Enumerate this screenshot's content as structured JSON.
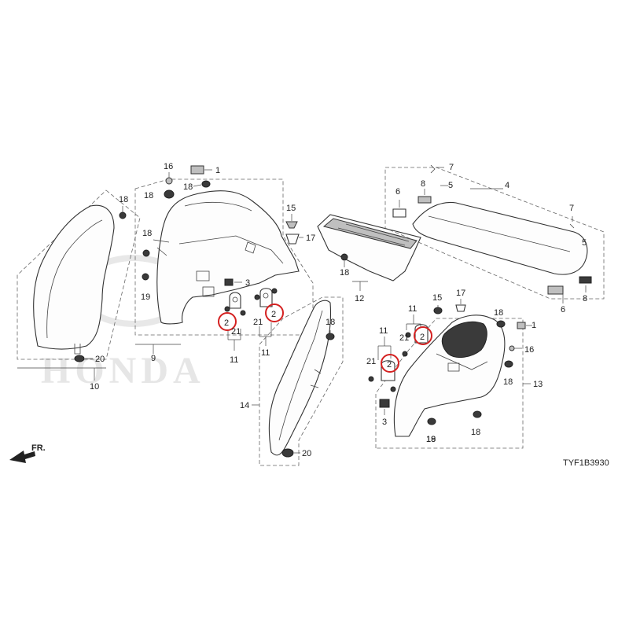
{
  "diagram": {
    "code": "TYF1B3930",
    "direction_label": "FR.",
    "watermark": "HONDA",
    "callouts": [
      {
        "id": "c1a",
        "text": "1"
      },
      {
        "id": "c1b",
        "text": "1"
      },
      {
        "id": "c2a",
        "text": "2"
      },
      {
        "id": "c2b",
        "text": "2"
      },
      {
        "id": "c2c",
        "text": "2"
      },
      {
        "id": "c2d",
        "text": "2"
      },
      {
        "id": "c3a",
        "text": "3"
      },
      {
        "id": "c3b",
        "text": "3"
      },
      {
        "id": "c4",
        "text": "4"
      },
      {
        "id": "c5a",
        "text": "5"
      },
      {
        "id": "c5b",
        "text": "5"
      },
      {
        "id": "c6a",
        "text": "6"
      },
      {
        "id": "c6b",
        "text": "6"
      },
      {
        "id": "c7a",
        "text": "7"
      },
      {
        "id": "c7b",
        "text": "7"
      },
      {
        "id": "c8a",
        "text": "8"
      },
      {
        "id": "c8b",
        "text": "8"
      },
      {
        "id": "c9",
        "text": "9"
      },
      {
        "id": "c10",
        "text": "10"
      },
      {
        "id": "c11a",
        "text": "11"
      },
      {
        "id": "c11b",
        "text": "11"
      },
      {
        "id": "c11c",
        "text": "11"
      },
      {
        "id": "c11d",
        "text": "11"
      },
      {
        "id": "c12",
        "text": "12"
      },
      {
        "id": "c13",
        "text": "13"
      },
      {
        "id": "c14",
        "text": "14"
      },
      {
        "id": "c15a",
        "text": "15"
      },
      {
        "id": "c15b",
        "text": "15"
      },
      {
        "id": "c16a",
        "text": "16"
      },
      {
        "id": "c16b",
        "text": "16"
      },
      {
        "id": "c17a",
        "text": "17"
      },
      {
        "id": "c17b",
        "text": "17"
      },
      {
        "id": "c18a",
        "text": "18"
      },
      {
        "id": "c18b",
        "text": "18"
      },
      {
        "id": "c18c",
        "text": "18"
      },
      {
        "id": "c18d",
        "text": "18"
      },
      {
        "id": "c18e",
        "text": "18"
      },
      {
        "id": "c18f",
        "text": "18"
      },
      {
        "id": "c18g",
        "text": "18"
      },
      {
        "id": "c18h",
        "text": "18"
      },
      {
        "id": "c18i",
        "text": "18"
      },
      {
        "id": "c18j",
        "text": "18"
      },
      {
        "id": "c19a",
        "text": "19"
      },
      {
        "id": "c19b",
        "text": "19"
      },
      {
        "id": "c20a",
        "text": "20"
      },
      {
        "id": "c20b",
        "text": "20"
      },
      {
        "id": "c21a",
        "text": "21"
      },
      {
        "id": "c21b",
        "text": "21"
      },
      {
        "id": "c21c",
        "text": "21"
      },
      {
        "id": "c21d",
        "text": "21"
      }
    ],
    "highlight_color": "#d42020",
    "highlighted_part": "2"
  }
}
